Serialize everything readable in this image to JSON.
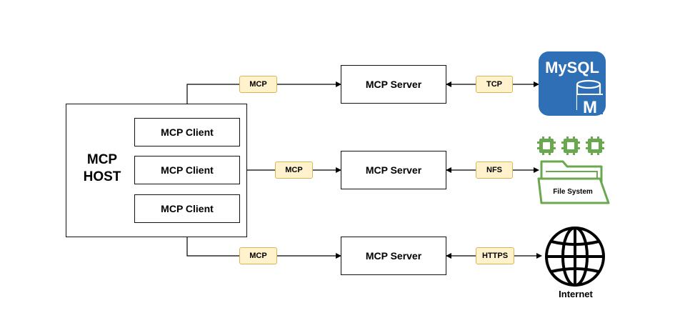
{
  "host": {
    "line1": "MCP",
    "line2": "HOST"
  },
  "clients": [
    "MCP Client",
    "MCP Client",
    "MCP Client"
  ],
  "servers": [
    "MCP Server",
    "MCP Server",
    "MCP Server"
  ],
  "protocols": {
    "client_side": [
      "MCP",
      "MCP",
      "MCP"
    ],
    "resource_side": [
      "TCP",
      "NFS",
      "HTTPS"
    ]
  },
  "resources": {
    "mysql": {
      "logo_text": "MySQL",
      "glyph": "M",
      "color": "#2f6fb5"
    },
    "filesystem": {
      "label": "File System",
      "color": "#6aa84f"
    },
    "internet": {
      "label": "Internet"
    }
  },
  "colors": {
    "tag_fill": "#fff2cc",
    "tag_border": "#d6b656"
  }
}
